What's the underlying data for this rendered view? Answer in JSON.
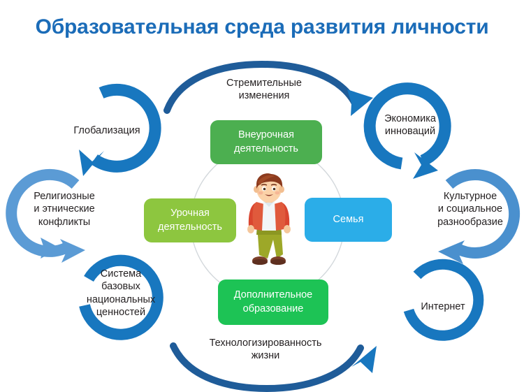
{
  "title": "Образовательная среда развития личности",
  "colors": {
    "title": "#1B6CB8",
    "arrow_dark_blue": "#1877BF",
    "arrow_mid_blue": "#2E8BCB",
    "arrow_light_blue": "#5B9BD5",
    "arc_outline": "#1F5C99",
    "inner_circle": "#D9DDE0",
    "node_green": "#4CAF50",
    "node_light_green": "#8DC63F",
    "node_emerald": "#1DC355",
    "node_blue": "#2BADE8",
    "label_text": "#231f20"
  },
  "outer_factors": [
    {
      "id": "rapid-changes",
      "label": "Стремительные\nизменения",
      "shape": "arc-arrow-top",
      "color": "#1F5C99"
    },
    {
      "id": "globalization",
      "label": "Глобализация",
      "shape": "circular-arrow",
      "color": "#1877BF"
    },
    {
      "id": "innovation-economy",
      "label": "Экономика\nинноваций",
      "shape": "circular-arrow",
      "color": "#1877BF"
    },
    {
      "id": "religious-ethnic-conflicts",
      "label": "Религиозные\nи этнические\nконфликты",
      "shape": "circular-arrow",
      "color": "#5B9BD5"
    },
    {
      "id": "cultural-social-diversity",
      "label": "Культурное\nи социальное\nразнообразие",
      "shape": "circular-arrow",
      "color": "#4A90CE"
    },
    {
      "id": "basic-national-values",
      "label": "Система\nбазовых\nнациональных\nценностей",
      "shape": "ring-gap",
      "color": "#1877BF"
    },
    {
      "id": "internet",
      "label": "Интернет",
      "shape": "ring-gap",
      "color": "#1877BF"
    },
    {
      "id": "technologization-of-life",
      "label": "Технологизированность\nжизни",
      "shape": "arc-arrow-bottom",
      "color": "#1F5C99"
    }
  ],
  "inner_nodes": [
    {
      "id": "extracurricular-activity",
      "label": "Внеурочная\nдеятельность",
      "color": "#4CAF50"
    },
    {
      "id": "family",
      "label": "Семья",
      "color": "#2BADE8"
    },
    {
      "id": "supplementary-education",
      "label": "Дополнительное\nобразование",
      "color": "#1DC355"
    },
    {
      "id": "lesson-activity",
      "label": "Урочная\nдеятельность",
      "color": "#8DC63F"
    }
  ],
  "center": {
    "id": "pupil",
    "description": "Мальчик"
  }
}
